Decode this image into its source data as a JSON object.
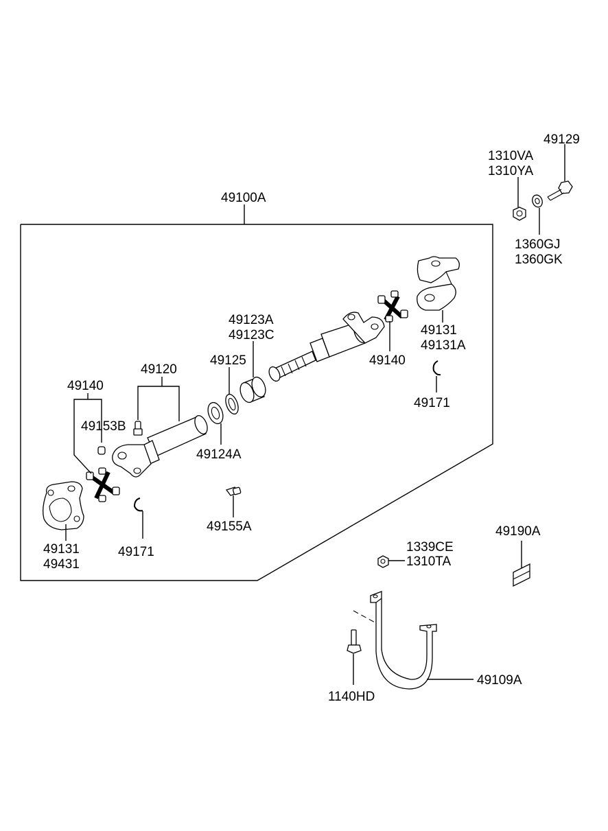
{
  "diagram": {
    "assembly_label": "49100A",
    "labels": {
      "l49129": "49129",
      "l1310VA": "1310VA",
      "l1310YA": "1310YA",
      "l1360GJ": "1360GJ",
      "l1360GK": "1360GK",
      "l49131_r": "49131",
      "l49131A": "49131A",
      "l49123A": "49123A",
      "l49123C": "49123C",
      "l49125": "49125",
      "l49140_r": "49140",
      "l49171_r": "49171",
      "l49120": "49120",
      "l49140_l": "49140",
      "l49153B": "49153B",
      "l49124A": "49124A",
      "l49155A": "49155A",
      "l49131_l": "49131",
      "l49431": "49431",
      "l49171_l": "49171",
      "l49190A": "49190A",
      "l1339CE": "1339CE",
      "l1310TA": "1310TA",
      "l49109A": "49109A",
      "l1140HD": "1140HD"
    }
  }
}
